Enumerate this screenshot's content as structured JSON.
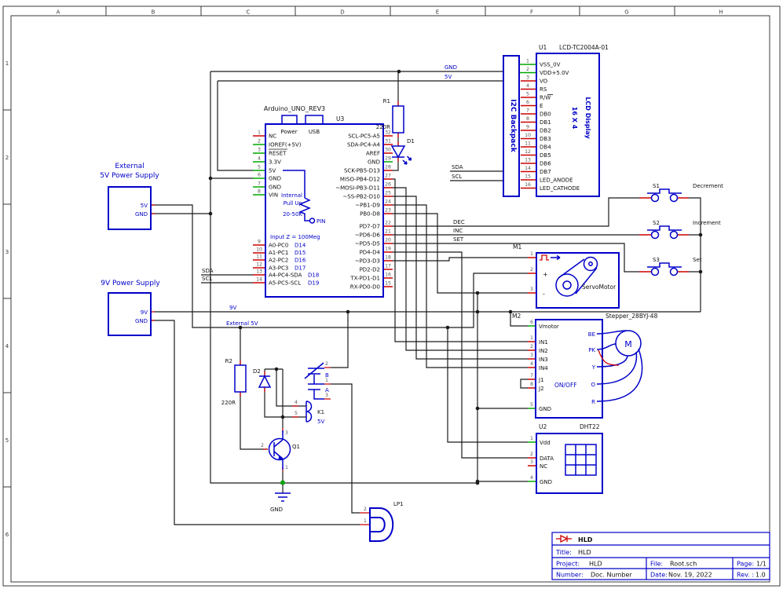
{
  "frame": {
    "columns": [
      "A",
      "B",
      "C",
      "D",
      "E",
      "F",
      "G",
      "H"
    ],
    "rows": [
      "1",
      "2",
      "3",
      "4",
      "5",
      "6"
    ]
  },
  "title_block": {
    "name": "HLD",
    "title_label": "Title:",
    "title": "HLD",
    "project_label": "Project:",
    "project": "HLD",
    "file_label": "File:",
    "file": "Root.sch",
    "page_label": "Page:",
    "page": "1/1",
    "number_label": "Number:",
    "number": "Doc. Number",
    "date_label": "Date:",
    "date": "Nov. 19, 2022",
    "rev_label": "Rev. :",
    "rev": "1.0"
  },
  "colors": {
    "component": "#0000C8",
    "wire": "#1a1a1a",
    "pin_stub": "#CC0000",
    "power_stub": "#00A800"
  },
  "nets": {
    "gnd": "GND",
    "v5": "5V",
    "v9": "9V",
    "ext5v": "External 5V",
    "sda": "SDA",
    "scl": "SCL",
    "dec": "DEC",
    "inc": "INC",
    "set": "SET"
  },
  "supplies": {
    "ext5v_line1": "External",
    "ext5v_line2": "5V Power Supply",
    "ext5v_pin1": "5V",
    "ext5v_pin2": "GND",
    "v9_title": "9V Power Supply",
    "v9_pin1": "9V",
    "v9_pin2": "GND"
  },
  "arduino": {
    "title": "Arduino_UNO_REV3",
    "refdes": "U3",
    "power": "Power",
    "usb": "USB",
    "left_pins": [
      {
        "num": "1",
        "name": "NC"
      },
      {
        "num": "2",
        "name": "IOREF(+5V)"
      },
      {
        "num": "3",
        "name": "RESET"
      },
      {
        "num": "4",
        "name": "3.3V"
      },
      {
        "num": "5",
        "name": "5V"
      },
      {
        "num": "6",
        "name": "GND"
      },
      {
        "num": "7",
        "name": "GND"
      },
      {
        "num": "8",
        "name": "VIN"
      }
    ],
    "analog_pins": [
      {
        "num": "9",
        "name": "A0-PC0",
        "alias": "D14"
      },
      {
        "num": "10",
        "name": "A1-PC1",
        "alias": "D15"
      },
      {
        "num": "11",
        "name": "A2-PC2",
        "alias": "D16"
      },
      {
        "num": "12",
        "name": "A3-PC3",
        "alias": "D17"
      },
      {
        "num": "13",
        "name": "A4-PC4-SDA",
        "alias": "D18"
      },
      {
        "num": "14",
        "name": "A5-PC5-SCL",
        "alias": "D19"
      }
    ],
    "right_pins": [
      {
        "num": "32",
        "name": "SCL-PC5-A5"
      },
      {
        "num": "31",
        "name": "SDA-PC4-A4"
      },
      {
        "num": "30",
        "name": "AREF"
      },
      {
        "num": "29",
        "name": "GND"
      },
      {
        "num": "28",
        "name": "SCK-PB5-D13"
      },
      {
        "num": "27",
        "name": "MISO-PB4-D12"
      },
      {
        "num": "26",
        "name": "~MOSI-PB3-D11"
      },
      {
        "num": "25",
        "name": "~SS-PB2-D10"
      },
      {
        "num": "24",
        "name": "~PB1-D9"
      },
      {
        "num": "23",
        "name": "PB0-D8"
      },
      {
        "num": "22",
        "name": "PD7-D7"
      },
      {
        "num": "21",
        "name": "~PD6-D6"
      },
      {
        "num": "20",
        "name": "~PD5-D5"
      },
      {
        "num": "19",
        "name": "PD4-D4"
      },
      {
        "num": "18",
        "name": "~PD3-D3"
      },
      {
        "num": "17",
        "name": "PD2-D2"
      },
      {
        "num": "16",
        "name": "TX-PD1-D1"
      },
      {
        "num": "15",
        "name": "RX-PD0-D0"
      }
    ],
    "pullup_l1": "Internal",
    "pullup_l2": "Pull Up",
    "pullup_l3": "20-50K",
    "pullup_pin": "PIN",
    "input_z": "Input Z = 100Meg"
  },
  "lcd": {
    "refdes": "U1",
    "part": "LCD-TC2004A-01",
    "backpack": "I2C Backpack",
    "display_line1": "LCD Display",
    "display_line2": "16 X 4",
    "pins": [
      {
        "num": "1",
        "name": "VSS_0V"
      },
      {
        "num": "2",
        "name": "VDD+5.0V"
      },
      {
        "num": "3",
        "name": "VO"
      },
      {
        "num": "4",
        "name": "RS"
      },
      {
        "num": "5",
        "name": "R/W"
      },
      {
        "num": "6",
        "name": "E"
      },
      {
        "num": "7",
        "name": "DB0"
      },
      {
        "num": "8",
        "name": "DB1"
      },
      {
        "num": "9",
        "name": "DB2"
      },
      {
        "num": "10",
        "name": "DB3"
      },
      {
        "num": "11",
        "name": "DB4"
      },
      {
        "num": "12",
        "name": "DB5"
      },
      {
        "num": "13",
        "name": "DB6"
      },
      {
        "num": "14",
        "name": "DB7"
      },
      {
        "num": "15",
        "name": "LED_ANODE"
      },
      {
        "num": "16",
        "name": "LED_CATHODE"
      }
    ]
  },
  "buttons": [
    {
      "refdes": "S1",
      "label": "Decrement"
    },
    {
      "refdes": "S2",
      "label": "Increment"
    },
    {
      "refdes": "S3",
      "label": "Set"
    }
  ],
  "servo": {
    "refdes": "M1",
    "label": "ServoMotor",
    "pin1": "1",
    "pin2": "2",
    "pin3": "3",
    "plus": "+",
    "minus": "-"
  },
  "stepper": {
    "refdes": "M2",
    "part": "Stepper_28BYJ-48",
    "onoff": "ON/OFF",
    "motor": "M",
    "pins": [
      {
        "num": "6",
        "name": "Vmotor"
      },
      {
        "num": "1",
        "name": "IN1"
      },
      {
        "num": "2",
        "name": "IN2"
      },
      {
        "num": "3",
        "name": "IN3"
      },
      {
        "num": "4",
        "name": "IN4"
      },
      {
        "num": "7",
        "name": "J1"
      },
      {
        "num": "8",
        "name": "J2"
      },
      {
        "num": "5",
        "name": "GND"
      }
    ],
    "wire_labels": [
      "BE",
      "PK",
      "Y",
      "O",
      "R"
    ]
  },
  "dht": {
    "refdes": "U2",
    "part": "DHT22",
    "pins": [
      {
        "num": "1",
        "name": "Vdd"
      },
      {
        "num": "2",
        "name": "DATA"
      },
      {
        "num": "3",
        "name": "NC"
      },
      {
        "num": "4",
        "name": "GND"
      }
    ]
  },
  "r1": {
    "refdes": "R1",
    "value": "220R"
  },
  "d1": {
    "refdes": "D1"
  },
  "r2": {
    "refdes": "R2",
    "value": "220R"
  },
  "d2": {
    "refdes": "D2"
  },
  "k1": {
    "refdes": "K1",
    "value": "5V",
    "contact_a": "A",
    "contact_b": "B",
    "pin1": "1",
    "pin2": "2",
    "pin3": "3",
    "pin4": "4",
    "pin5": "5"
  },
  "q1": {
    "refdes": "Q1",
    "pin1": "1",
    "pin2": "2",
    "pin3": "3"
  },
  "lp1": {
    "refdes": "LP1",
    "pin1": "1",
    "pin2": "2"
  },
  "gnd_symbol": {
    "label": "GND"
  }
}
